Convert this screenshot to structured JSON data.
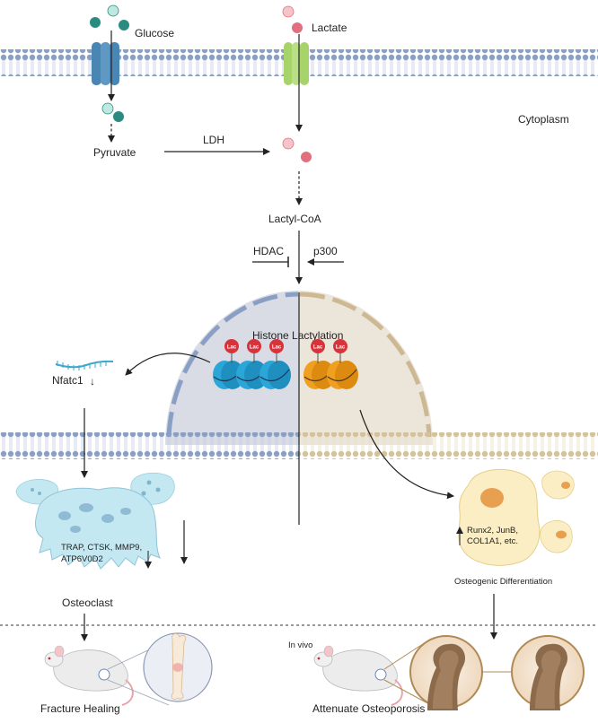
{
  "labels": {
    "glucose": "Glucose",
    "lactate": "Lactate",
    "cytoplasm": "Cytoplasm",
    "pyruvate": "Pyruvate",
    "ldh": "LDH",
    "lactyl_coa": "Lactyl-CoA",
    "hdac": "HDAC",
    "p300": "p300",
    "histone_lactylation": "Histone Lactylation",
    "lac_tag": "Lac",
    "nfatc1": "Nfatc1",
    "nfatc1_arrow": "↓",
    "osteoclast_markers_1": "TRAP, CTSK, MMP9,",
    "osteoclast_markers_2": "ATP6V0D2",
    "osteoclast": "Osteoclast",
    "osteogenic_markers_1": "Runx2, JunB,",
    "osteogenic_markers_2": "COL1A1, etc.",
    "osteogenic_differentiation": "Osteogenic Differentiation",
    "in_vivo": "In vivo",
    "fracture_healing": "Fracture Healing",
    "attenuate_osteoporosis": "Attenuate Osteoporosis"
  },
  "colors": {
    "membrane_blue": "#8a9fc4",
    "membrane_tan": "#d4c39a",
    "glucose_dot": "#2a8c80",
    "glucose_dot_light": "#bfe8e0",
    "lactate_dot": "#e07080",
    "lactate_dot_light": "#f4c4c8",
    "transporter_blue": "#4a86b4",
    "transporter_green": "#a6d46a",
    "nucleus_left": "#d9dce4",
    "nucleus_right": "#ece5da",
    "lac_tag": "#d8323a",
    "nucleosome_blue": "#2aa6d8",
    "nucleosome_orange": "#f0a020",
    "osteoclast_fill": "#c4e8f2",
    "osteoblast_fill": "#fbeec4",
    "bone_ring": "#b08a54"
  }
}
